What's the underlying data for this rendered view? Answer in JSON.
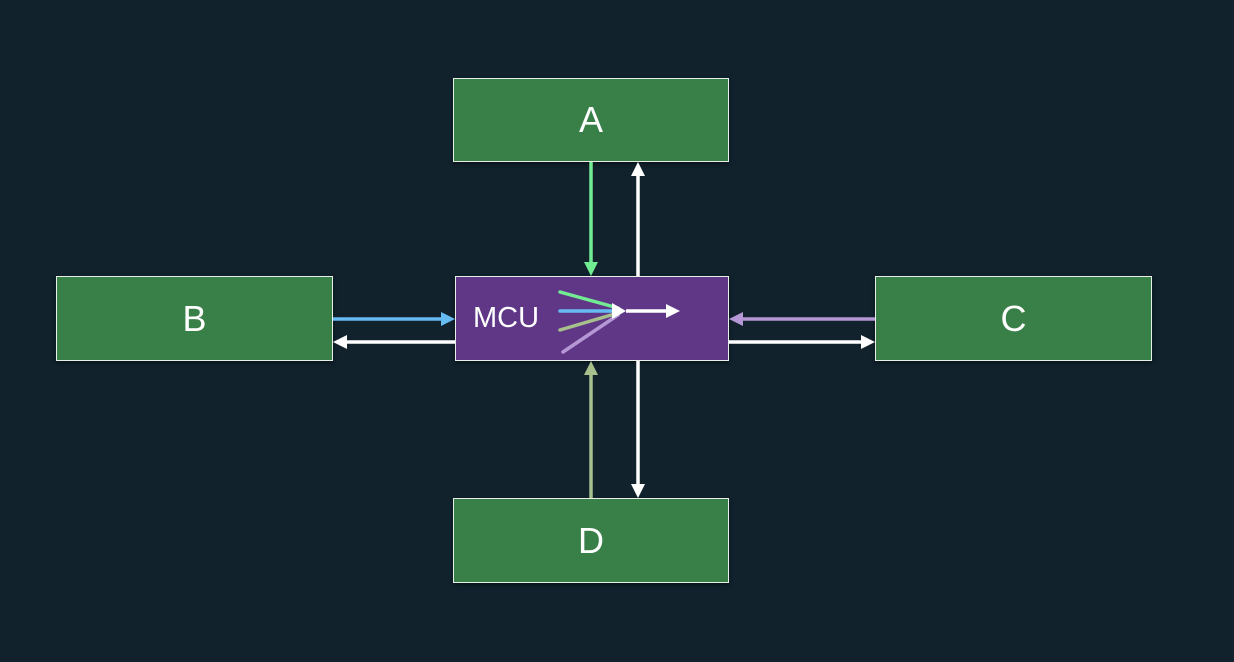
{
  "diagram": {
    "nodes": [
      {
        "id": "a",
        "label": "A"
      },
      {
        "id": "b",
        "label": "B"
      },
      {
        "id": "c",
        "label": "C"
      },
      {
        "id": "d",
        "label": "D"
      },
      {
        "id": "mcu",
        "label": "MCU"
      }
    ],
    "edges": [
      {
        "from": "a",
        "to": "mcu",
        "color": "#72ec93"
      },
      {
        "from": "mcu",
        "to": "a",
        "color": "#ffffff"
      },
      {
        "from": "b",
        "to": "mcu",
        "color": "#66bbf3"
      },
      {
        "from": "mcu",
        "to": "b",
        "color": "#ffffff"
      },
      {
        "from": "c",
        "to": "mcu",
        "color": "#b497d4"
      },
      {
        "from": "mcu",
        "to": "c",
        "color": "#ffffff"
      },
      {
        "from": "d",
        "to": "mcu",
        "color": "#a7c08c"
      },
      {
        "from": "mcu",
        "to": "d",
        "color": "#ffffff"
      }
    ],
    "colors": {
      "background": "#11222d",
      "node_fill": "#397f48",
      "mcu_fill": "#603786",
      "border": "#e8eee8"
    }
  }
}
